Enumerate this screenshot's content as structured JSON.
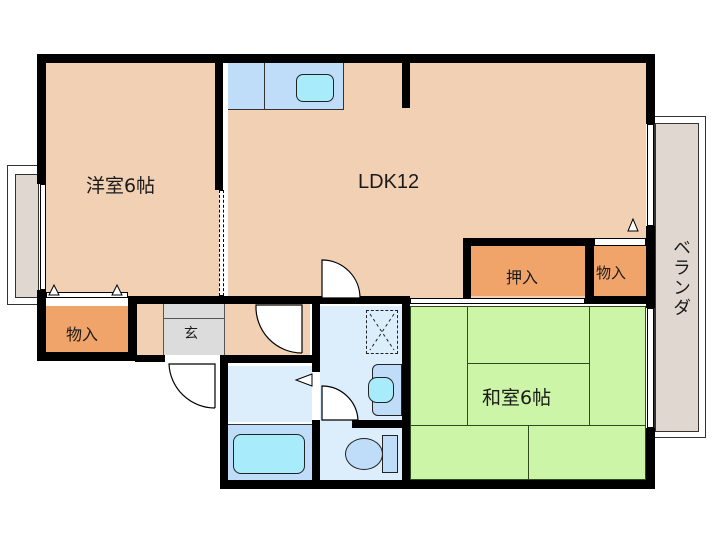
{
  "floorplan": {
    "rooms": {
      "western_room": {
        "label": "洋室6帖"
      },
      "ldk": {
        "label": "LDK12"
      },
      "japanese_room": {
        "label": "和室6帖"
      },
      "storage_left": {
        "label": "物入"
      },
      "storage_right": {
        "label": "物入"
      },
      "closet": {
        "label": "押入"
      },
      "entrance": {
        "label": "玄"
      },
      "veranda": {
        "label": "ベランダ"
      }
    },
    "colors": {
      "wood_floor": "#f2d0b4",
      "storage": "#f0a46a",
      "tatami": "#ccf5a8",
      "wet_area": "#dcedfb",
      "fixture_blue": "#bfdcf8",
      "fixture_cyan": "#a8ecfc",
      "veranda": "#e0d8d0",
      "entrance_tile": "#dcdcdc",
      "wall": "#000000"
    }
  }
}
